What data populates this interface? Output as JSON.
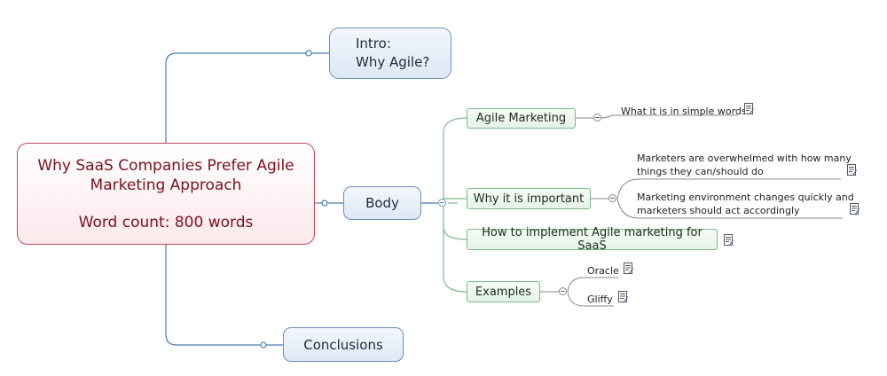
{
  "central": {
    "line1": "Why SaaS Companies Prefer Agile",
    "line2": "Marketing Approach",
    "line3": "Word count: 800 words"
  },
  "topics": {
    "intro_line1": "Intro:",
    "intro_line2": "Why Agile?",
    "body": "Body",
    "conclusions": "Conclusions"
  },
  "subtopics": {
    "agile_marketing": "Agile Marketing",
    "why_important": "Why it is important",
    "how_to_implement": "How to implement Agile marketing for SaaS",
    "examples": "Examples"
  },
  "leaves": {
    "simple_words": "What it is in simple words",
    "overwhelmed_line1": "Marketers are overwhelmed with how many",
    "overwhelmed_line2": "things they can/should do",
    "environment_line1": "Marketing environment changes quickly and",
    "environment_line2": "marketers should act accordingly",
    "oracle": "Oracle",
    "gliffy": "Gliffy"
  },
  "icons": {
    "note": "note-icon",
    "collapse": "collapse-icon"
  },
  "colors": {
    "central_border": "#c0485a",
    "central_text": "#7a1020",
    "topic_border": "#6f8fb8",
    "subtopic_border": "#7cb98a"
  }
}
